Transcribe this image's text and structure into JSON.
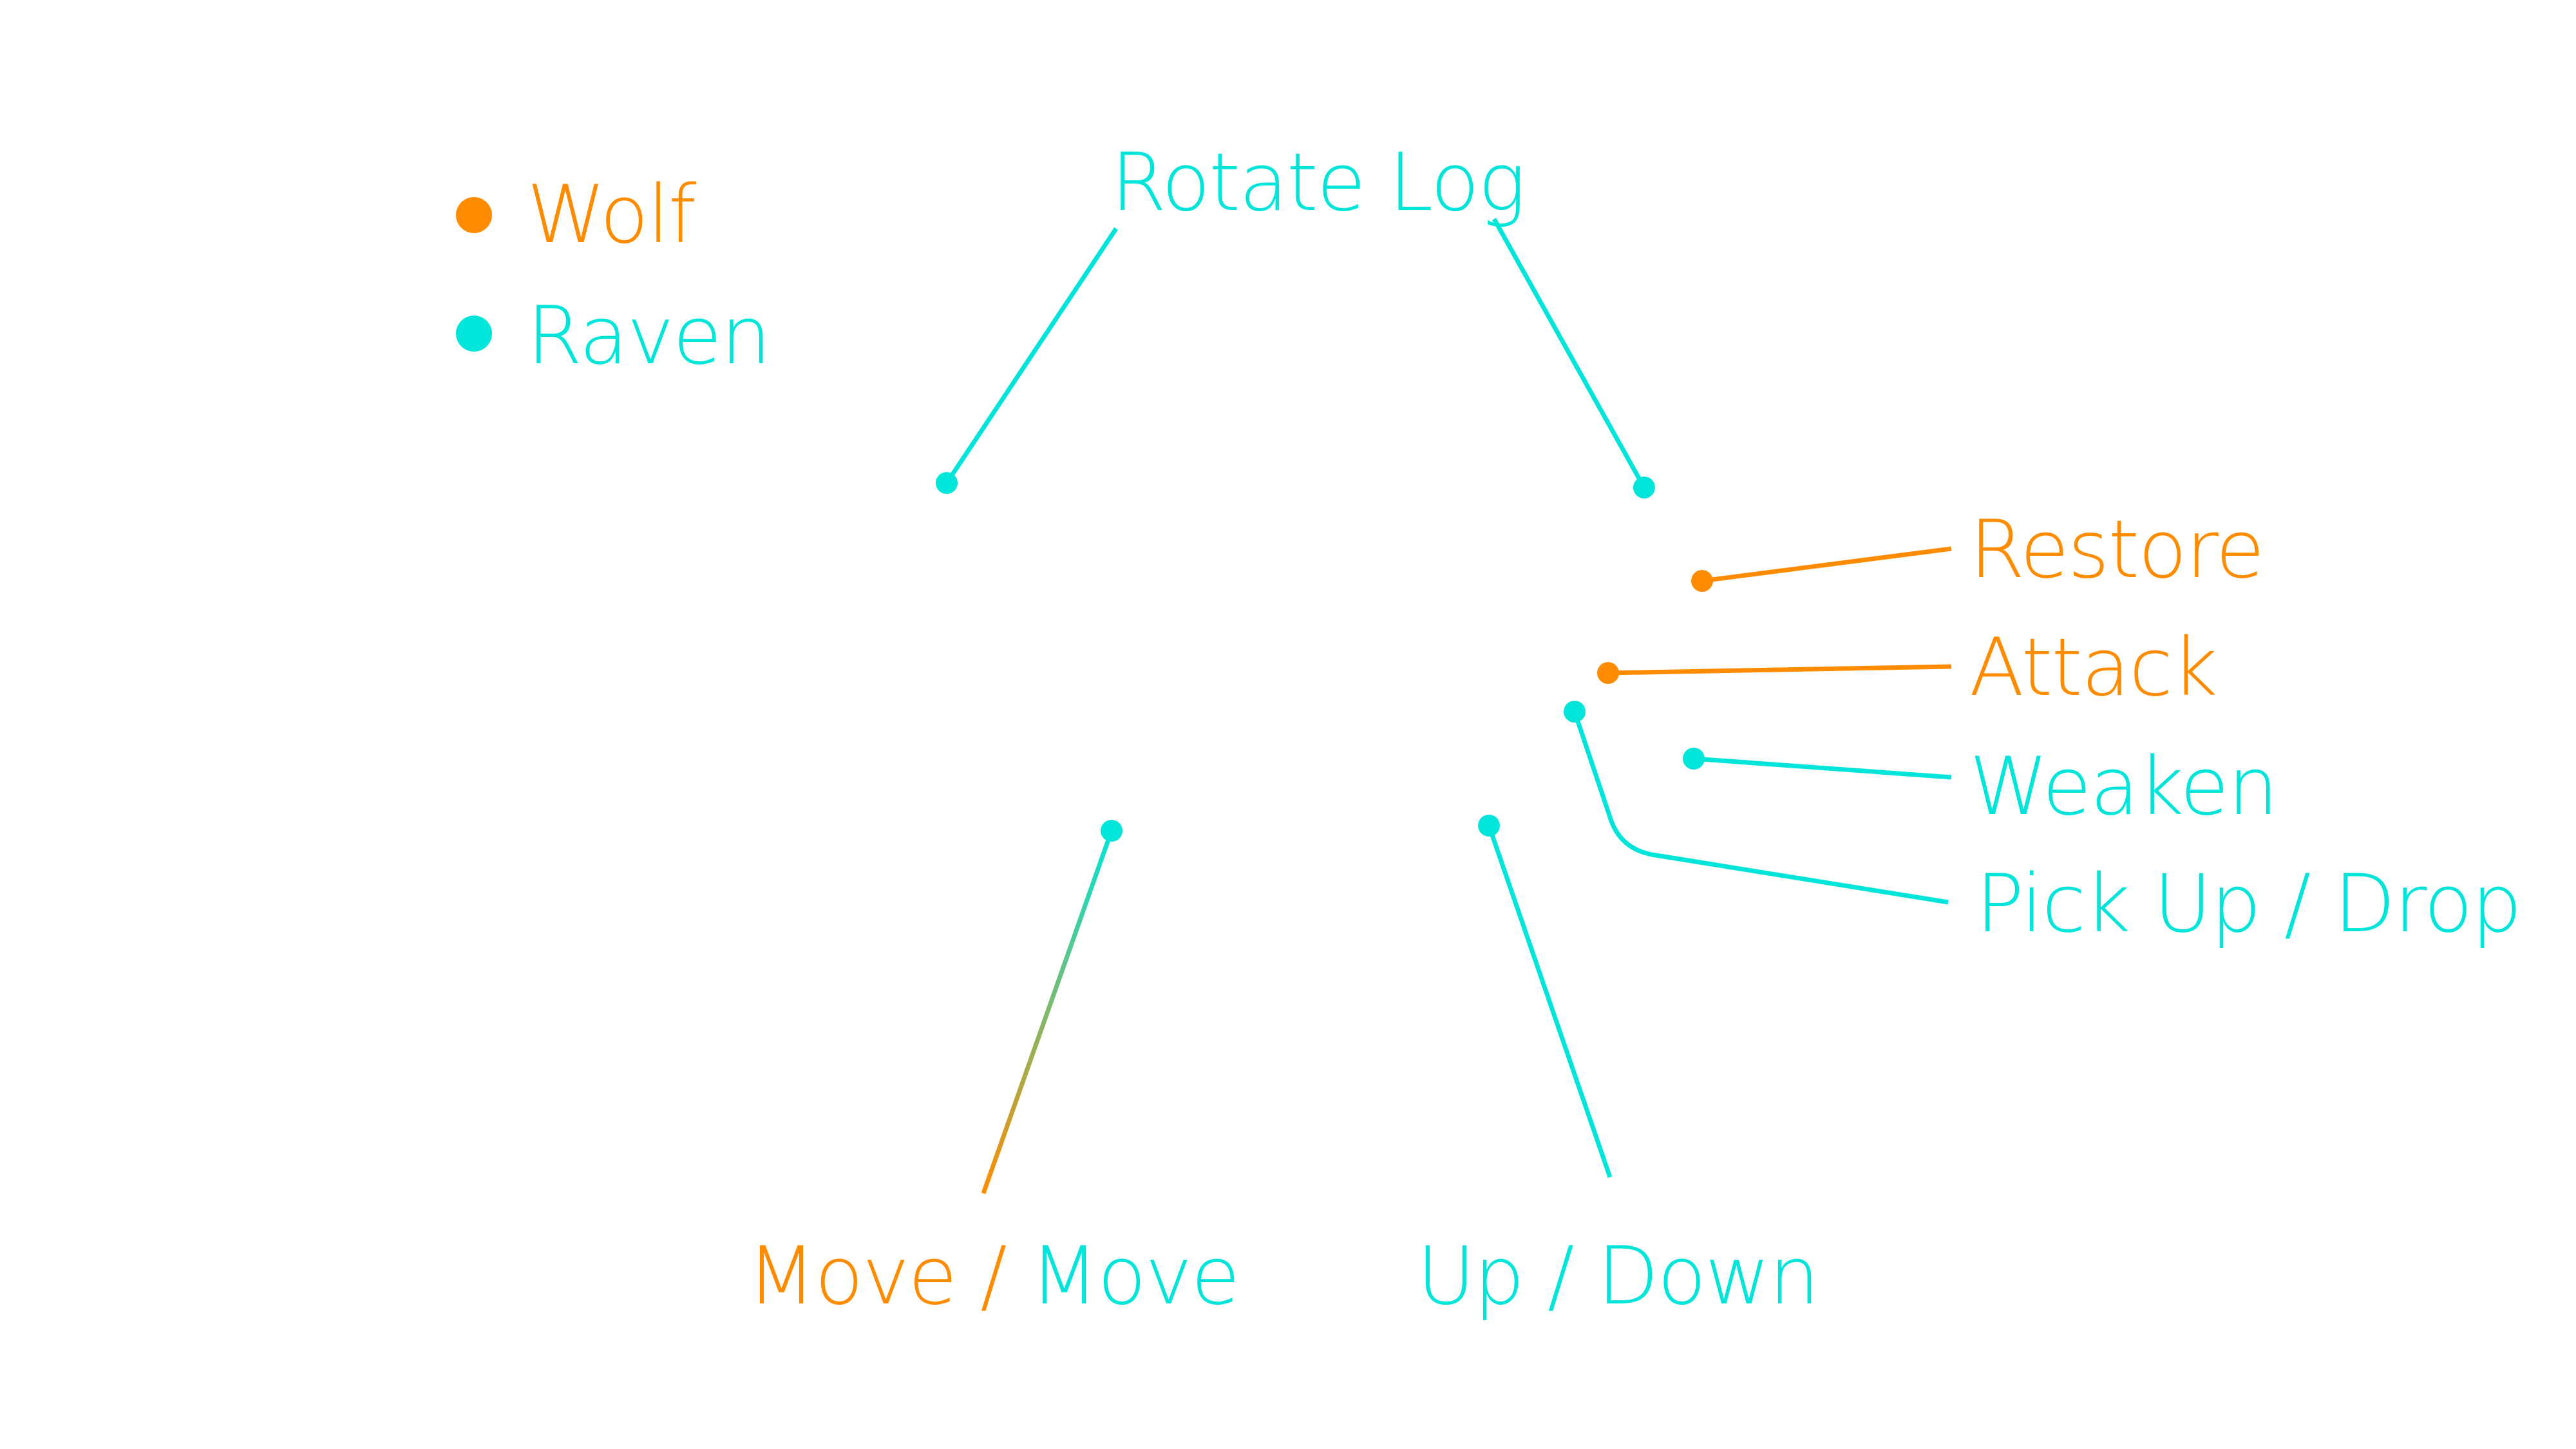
{
  "colors": {
    "wolf": "#FF8C00",
    "raven": "#00E5D9"
  },
  "legend": {
    "items": [
      {
        "label": "Wolf",
        "color": "#FF8C00"
      },
      {
        "label": "Raven",
        "color": "#00E5D9"
      }
    ]
  },
  "labels": {
    "rotate_log": "Rotate Log",
    "restore": "Restore",
    "attack": "Attack",
    "weaken": "Weaken",
    "pickup": "Pick Up / Drop",
    "move_wolf": "Move",
    "move_sep": " / ",
    "move_raven": "Move",
    "updown": "Up / Down"
  }
}
